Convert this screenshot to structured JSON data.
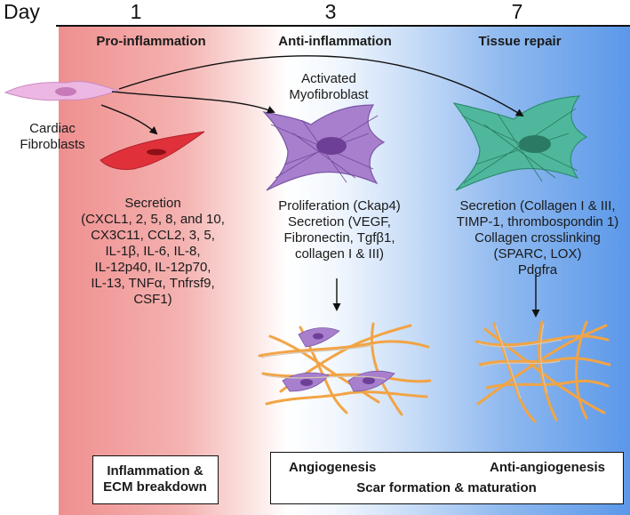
{
  "timeline": {
    "day_label": "Day",
    "days": [
      "1",
      "3",
      "7"
    ]
  },
  "phases": {
    "pro": "Pro-inflammation",
    "anti": "Anti-inflammation",
    "repair": "Tissue repair"
  },
  "cells": {
    "cardiac": "Cardiac\nFibroblasts",
    "activated": "Activated\nMyofibroblast"
  },
  "secretion_day1": "Secretion\n(CXCL1, 2, 5, 8, and 10,\nCX3C11, CCL2, 3, 5,\nIL-1β, IL-6, IL-8,\nIL-12p40, IL-12p70,\nIL-13, TNFα, Tnfrsf9,\nCSF1)",
  "secretion_day3": "Proliferation (Ckap4)\nSecretion (VEGF,\nFibronectin, Tgfβ1,\ncollagen I & III)",
  "secretion_day7": "Secretion (Collagen I & III,\nTIMP-1, thrombospondin 1)\nCollagen crosslinking\n(SPARC, LOX)\nPdgfra",
  "outcomes": {
    "inflammation": "Inflammation &\nECM breakdown",
    "angiogenesis": "Angiogenesis",
    "anti_angiogenesis": "Anti-angiogenesis",
    "scar": "Scar formation & maturation"
  },
  "colors": {
    "pro_red": "#ef8f8f",
    "repair_blue": "#5b98e9",
    "fibroblast_pink": "#e9b3df",
    "red_cell": "#e0313b",
    "myofibroblast_purple": "#a77fcd",
    "repair_cell_teal": "#4fb89c",
    "collagen_orange": "#f2a445"
  }
}
